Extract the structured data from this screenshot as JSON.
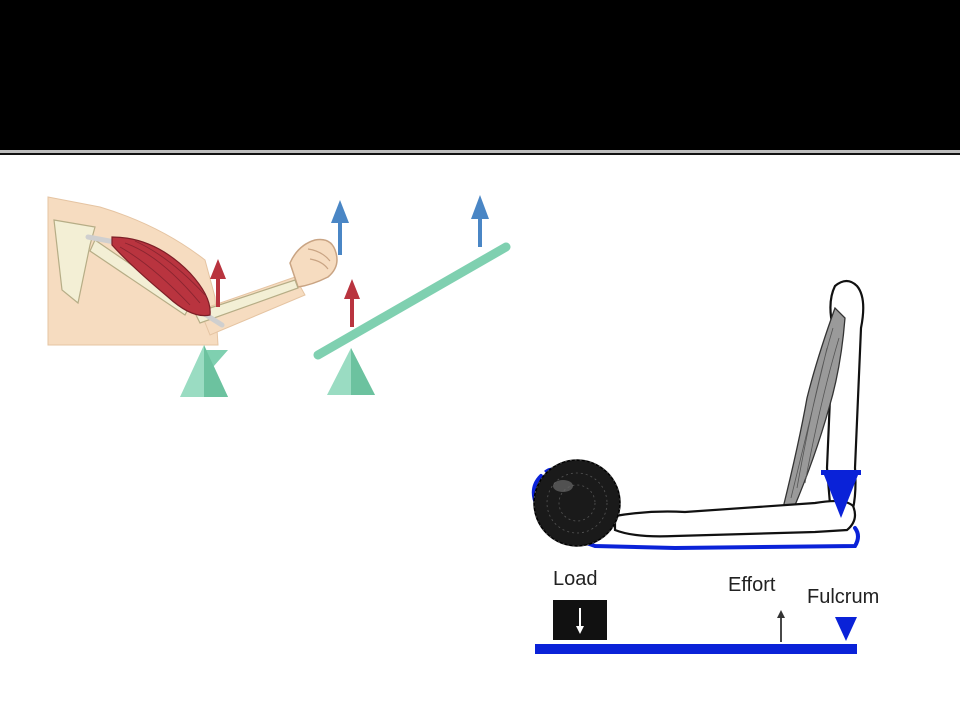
{
  "slide": {
    "background": "#ffffff",
    "title_bar_color": "#000000"
  },
  "lever_diagram": {
    "labels": {
      "load": "Load",
      "effort": "Effort",
      "fulcrum": "Fulcrum"
    },
    "colors": {
      "accent_blue": "#0a22d8",
      "muscle_red": "#b9343f",
      "effort_arrow_blue": "#4a86c5",
      "lever_teal": "#7fd0b0",
      "skin": "#f6dcc0"
    }
  }
}
